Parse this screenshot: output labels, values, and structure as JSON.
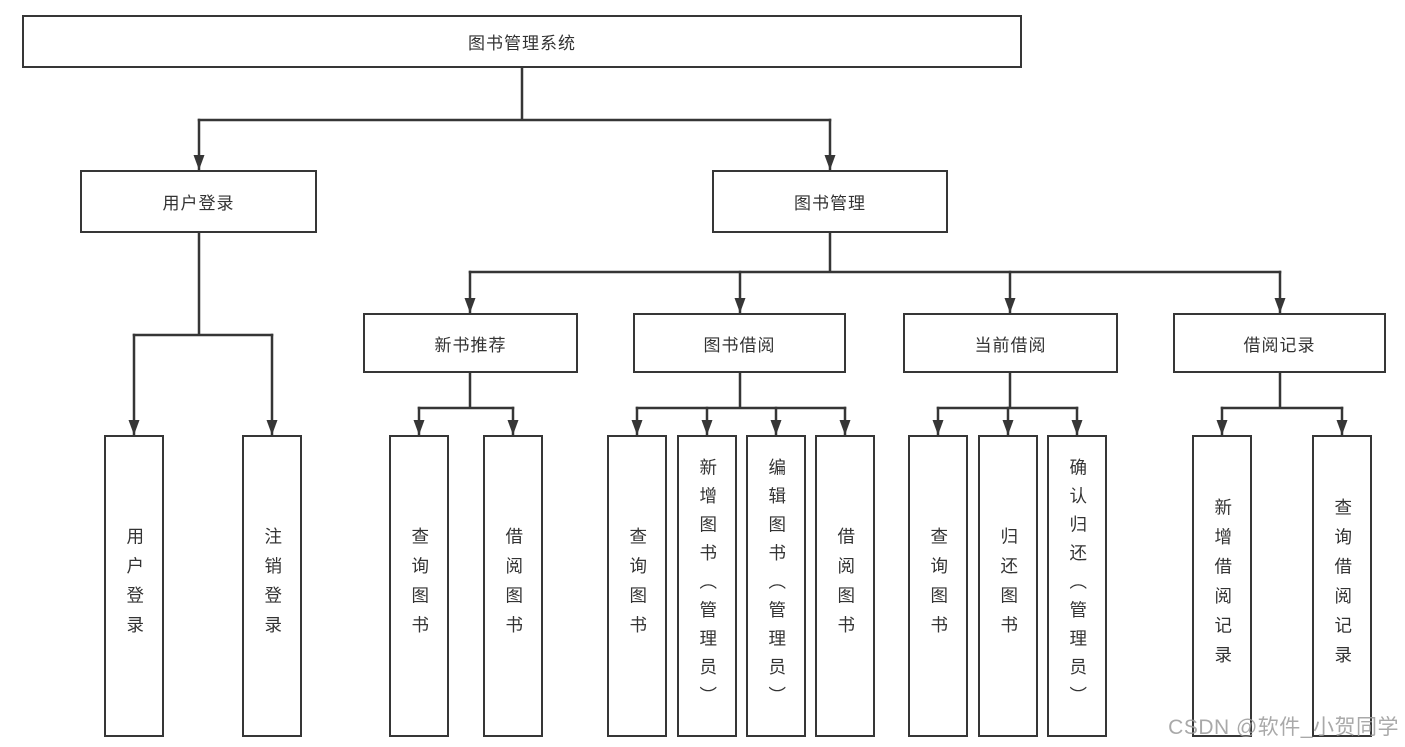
{
  "tree": {
    "label": "图书管理系统",
    "children": [
      {
        "label": "用户登录",
        "children": [
          {
            "label": "用户登录"
          },
          {
            "label": "注销登录"
          }
        ]
      },
      {
        "label": "图书管理",
        "children": [
          {
            "label": "新书推荐",
            "children": [
              {
                "label": "查询图书"
              },
              {
                "label": "借阅图书"
              }
            ]
          },
          {
            "label": "图书借阅",
            "children": [
              {
                "label": "查询图书"
              },
              {
                "label": "新增图书（管理员）"
              },
              {
                "label": "编辑图书（管理员）"
              },
              {
                "label": "借阅图书"
              }
            ]
          },
          {
            "label": "当前借阅",
            "children": [
              {
                "label": "查询图书"
              },
              {
                "label": "归还图书"
              },
              {
                "label": "确认归还（管理员）"
              }
            ]
          },
          {
            "label": "借阅记录",
            "children": [
              {
                "label": "新增借阅记录"
              },
              {
                "label": "查询借阅记录"
              }
            ]
          }
        ]
      }
    ]
  },
  "watermark": "CSDN @软件_小贺同学",
  "colors": {
    "line": "#363636",
    "text": "#333333",
    "box_bg": "#ffffff",
    "page_bg": "#ffffff",
    "watermark": "#9b9b9b"
  }
}
